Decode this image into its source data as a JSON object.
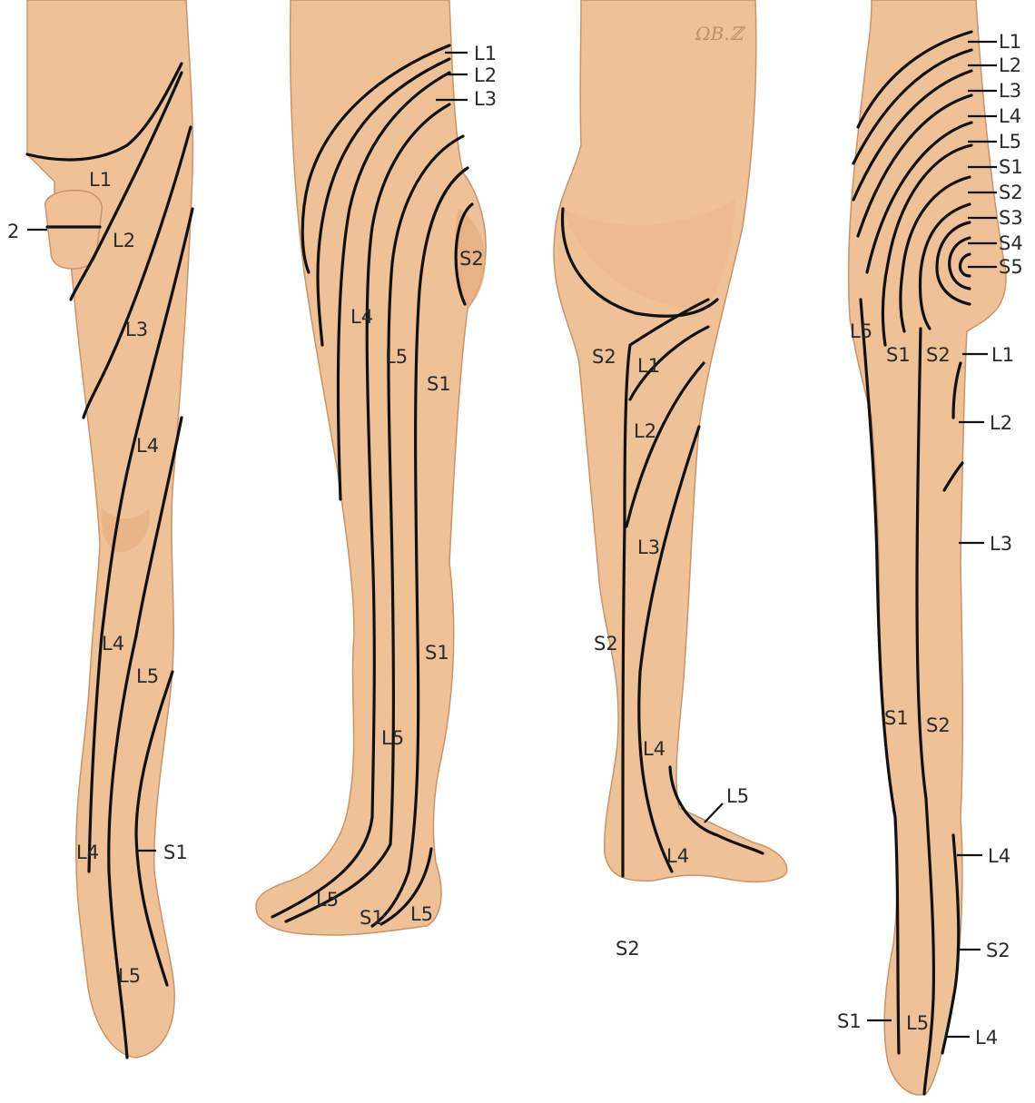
{
  "signature": "ΩB.ℤ",
  "figure_labels": {
    "leg_front": {
      "zones": [
        "L1",
        "L2",
        "L3",
        "L4",
        "L4",
        "L5",
        "L4",
        "L5"
      ],
      "callouts": [
        "2",
        "S1"
      ]
    },
    "leg_lateral": {
      "zones": [
        "S2",
        "L4",
        "L5",
        "S1",
        "S1",
        "L5",
        "L5",
        "S1",
        "L5"
      ],
      "callouts": [
        "L1",
        "L2",
        "L3"
      ]
    },
    "leg_medial": {
      "zones": [
        "S2",
        "L1",
        "L2",
        "L3",
        "S2",
        "L4",
        "L4",
        "S2"
      ],
      "callouts": [
        "L5"
      ]
    },
    "leg_back": {
      "zones": [
        "L5",
        "S1",
        "S2",
        "S1",
        "S2",
        "L5"
      ],
      "callouts": [
        "L1",
        "L2",
        "L3",
        "L4",
        "L5",
        "S1",
        "S2",
        "S3",
        "S4",
        "S5",
        "L1",
        "L2",
        "L3",
        "L4",
        "S2",
        "S1",
        "L4"
      ]
    }
  }
}
